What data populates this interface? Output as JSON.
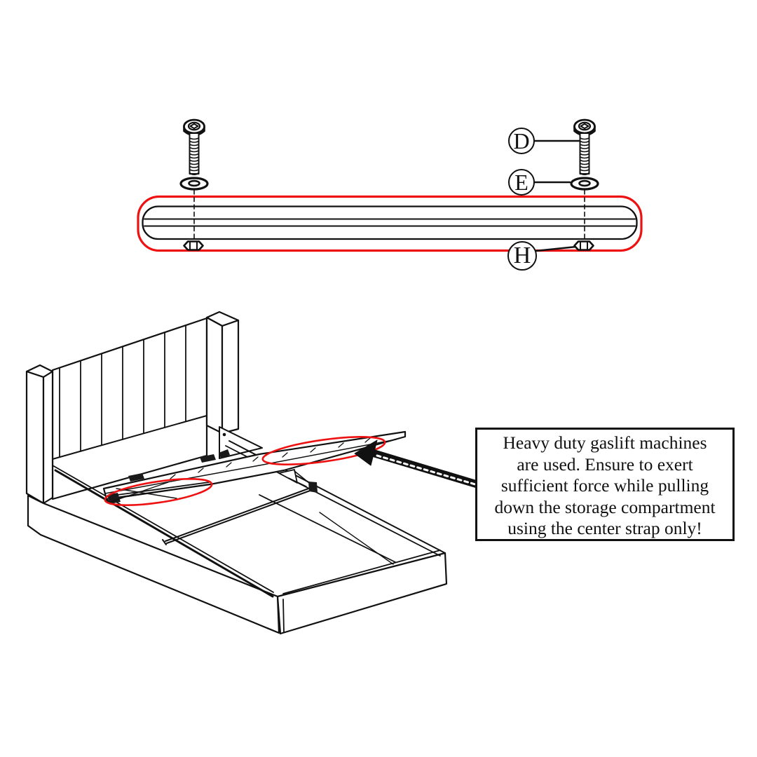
{
  "page": {
    "background": "#ffffff"
  },
  "colors": {
    "highlight_red": "#ee1111",
    "ink": "#111111"
  },
  "hardware_key": {
    "bolt_label": "D",
    "washer_label": "E",
    "nut_label": "H"
  },
  "callout": {
    "lines": [
      "Heavy duty gaslift machines",
      "are used. Ensure to exert",
      "sufficient force while pulling",
      "down the storage compartment",
      "using the center strap only!"
    ]
  }
}
